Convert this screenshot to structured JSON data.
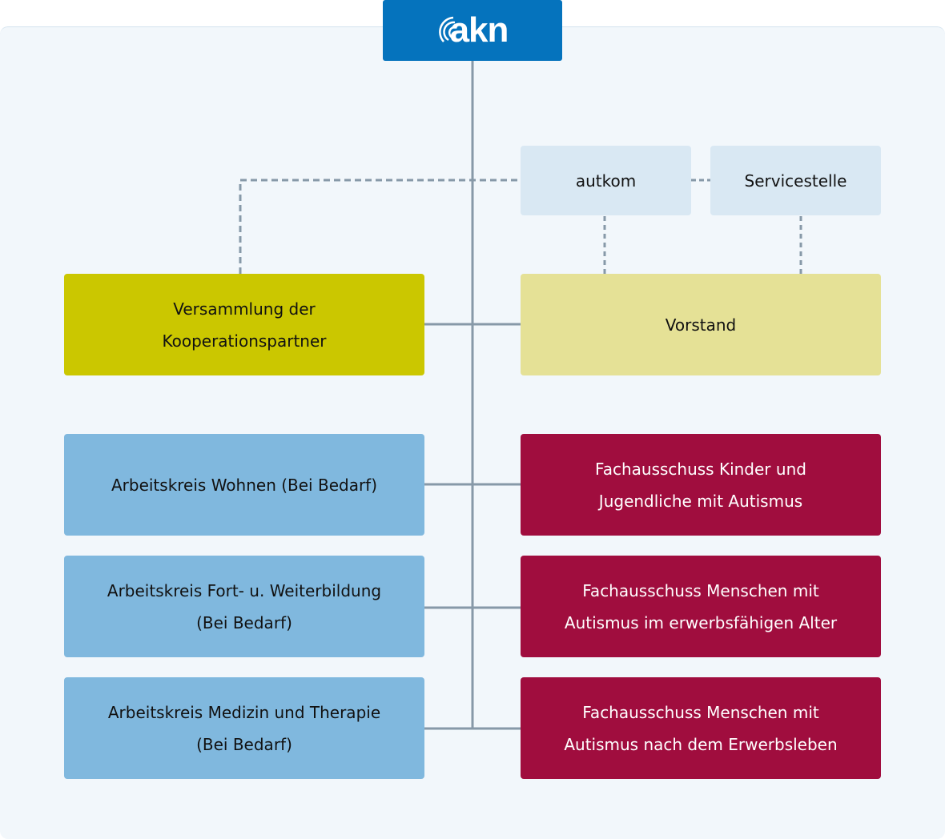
{
  "logo": {
    "text": "akn",
    "icon": "signal-waves-icon",
    "color": "#0573bd"
  },
  "colors": {
    "panel_bg": "#f2f7fb",
    "connector": "#8799a8",
    "support_nodes": "#d9e8f3",
    "assembly": "#cbc700",
    "board": "#e5e196",
    "working_groups": "#80b8de",
    "committees": "#a00d3e"
  },
  "support": {
    "autkom": "autkom",
    "servicestelle": "Servicestelle"
  },
  "governance": {
    "assembly": [
      "Versammlung der",
      "Kooperationspartner"
    ],
    "board": [
      "Vorstand"
    ]
  },
  "working_groups": [
    {
      "lines": [
        "Arbeitskreis Wohnen (Bei Bedarf)"
      ]
    },
    {
      "lines": [
        "Arbeitskreis Fort- u. Weiterbildung",
        "(Bei Bedarf)"
      ]
    },
    {
      "lines": [
        "Arbeitskreis Medizin und Therapie",
        "(Bei Bedarf)"
      ]
    }
  ],
  "committees": [
    {
      "lines": [
        "Fachausschuss Kinder und",
        "Jugendliche mit Autismus"
      ]
    },
    {
      "lines": [
        "Fachausschuss Menschen mit",
        "Autismus im erwerbsfähigen Alter"
      ]
    },
    {
      "lines": [
        "Fachausschuss Menschen mit",
        "Autismus nach dem Erwerbsleben"
      ]
    }
  ]
}
